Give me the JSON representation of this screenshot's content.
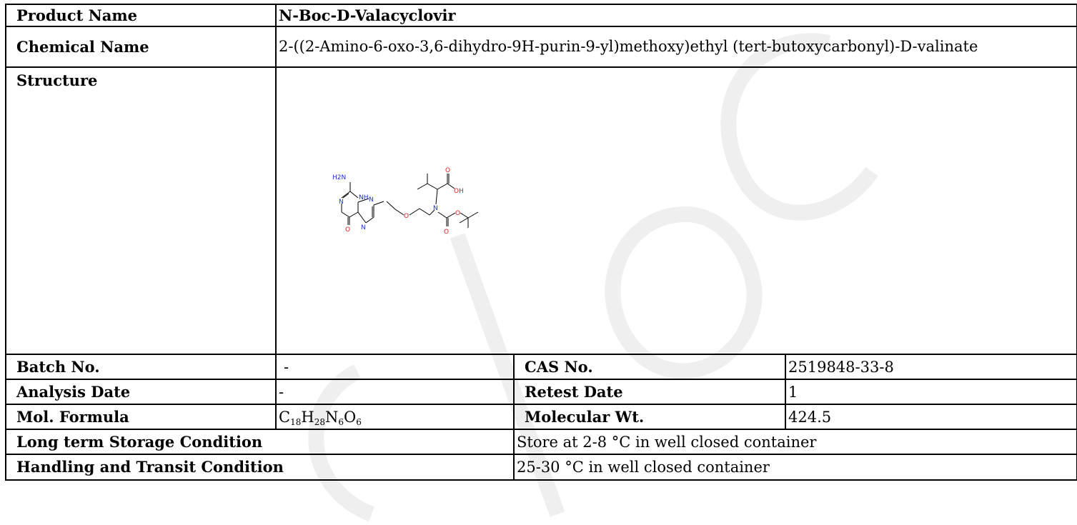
{
  "product": {
    "label": "Product Name",
    "value": "N-Boc-D-Valacyclovir"
  },
  "chemical": {
    "label": "Chemical Name",
    "value": "2-((2-Amino-6-oxo-3,6-dihydro-9H-purin-9-yl)methoxy)ethyl (tert-butoxycarbonyl)-D-valinate"
  },
  "structure": {
    "label": "Structure",
    "atoms": {
      "nh2": "H2N",
      "nh": "NH",
      "n1": "N",
      "n2": "N",
      "n3": "N",
      "n4": "N",
      "o1": "O",
      "o2": "O",
      "o3": "O",
      "o4": "O",
      "o5": "O",
      "oh": "OH"
    }
  },
  "batch": {
    "label": "Batch No.",
    "value": "-"
  },
  "cas": {
    "label": "CAS No.",
    "value": "2519848-33-8"
  },
  "analysis": {
    "label": "Analysis Date",
    "value": "-"
  },
  "retest": {
    "label": "Retest Date",
    "value": "1"
  },
  "formula": {
    "label": "Mol. Formula",
    "parts": [
      "C",
      "18",
      "H",
      "28",
      "N",
      "6",
      "O",
      "6"
    ]
  },
  "mw": {
    "label": "Molecular Wt.",
    "value": "424.5"
  },
  "storage": {
    "label": "Long term Storage Condition",
    "value": "Store at 2-8 °C in well closed container"
  },
  "handling": {
    "label": "Handling and Transit Condition",
    "value": "25-30 °C in well closed container"
  },
  "colors": {
    "nitrogen": "#1a2fd6",
    "oxygen": "#d81e1e",
    "watermark": "#ececec"
  }
}
